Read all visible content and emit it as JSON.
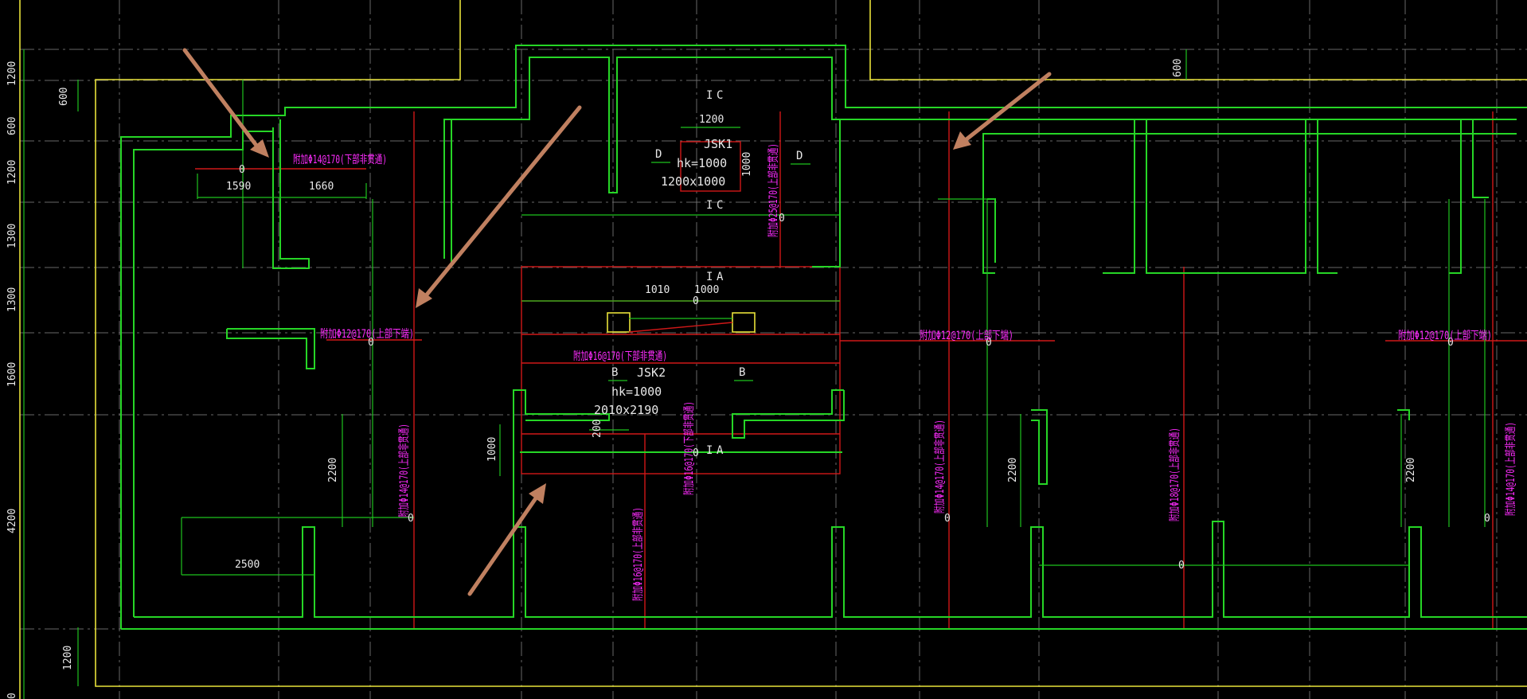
{
  "grid_dims_left": [
    "1200",
    "600",
    "1200",
    "1300",
    "1300",
    "1600",
    "4200",
    "0",
    "1200"
  ],
  "top_right_dim": "600",
  "left_dim_top": "600",
  "pits": {
    "jsk1": {
      "name": "JSK1",
      "hk": "hk=1000",
      "size": "1200x1000",
      "width": "1200",
      "height": "1000"
    },
    "jsk2": {
      "name": "JSK2",
      "hk": "hk=1000",
      "size": "2010x2190",
      "dim_a": "1010",
      "dim_b": "1000",
      "dim_c": "200",
      "dim_d": "1000"
    }
  },
  "section_marks": {
    "c": "C",
    "d": "D",
    "a": "A",
    "b": "B"
  },
  "dimensions": {
    "d1590": "1590",
    "d1660": "1660",
    "d2200": "2200",
    "d2500": "2500",
    "zero": "0"
  },
  "rebar": {
    "top_left": "附加Φ14@170(下部非贯通)",
    "h1": "附加Φ12@170(上部下端)",
    "h2": "附加Φ16@170(下部非贯通)",
    "h3": "附加Φ12@170(上部下端)",
    "h4": "附加Φ12@170(上部下端)",
    "v1": "附加Φ14@170(上部非贯通)",
    "v2": "附加Φ16@170(上部非贯通)",
    "v3": "附加Φ16@170(下部非贯通)",
    "v4": "附加Φ25@170(上部非贯通)",
    "v5": "附加Φ14@170(上部非贯通)",
    "v6": "附加Φ18@170(上部非贯通)",
    "v7": "附加Φ14@170(上部非贯通)"
  },
  "colors": {
    "wall": "#26d626",
    "grid": "#7a7a7a",
    "rebar": "#ff2cff",
    "red": "#d01818",
    "arrow": "#c08060"
  }
}
